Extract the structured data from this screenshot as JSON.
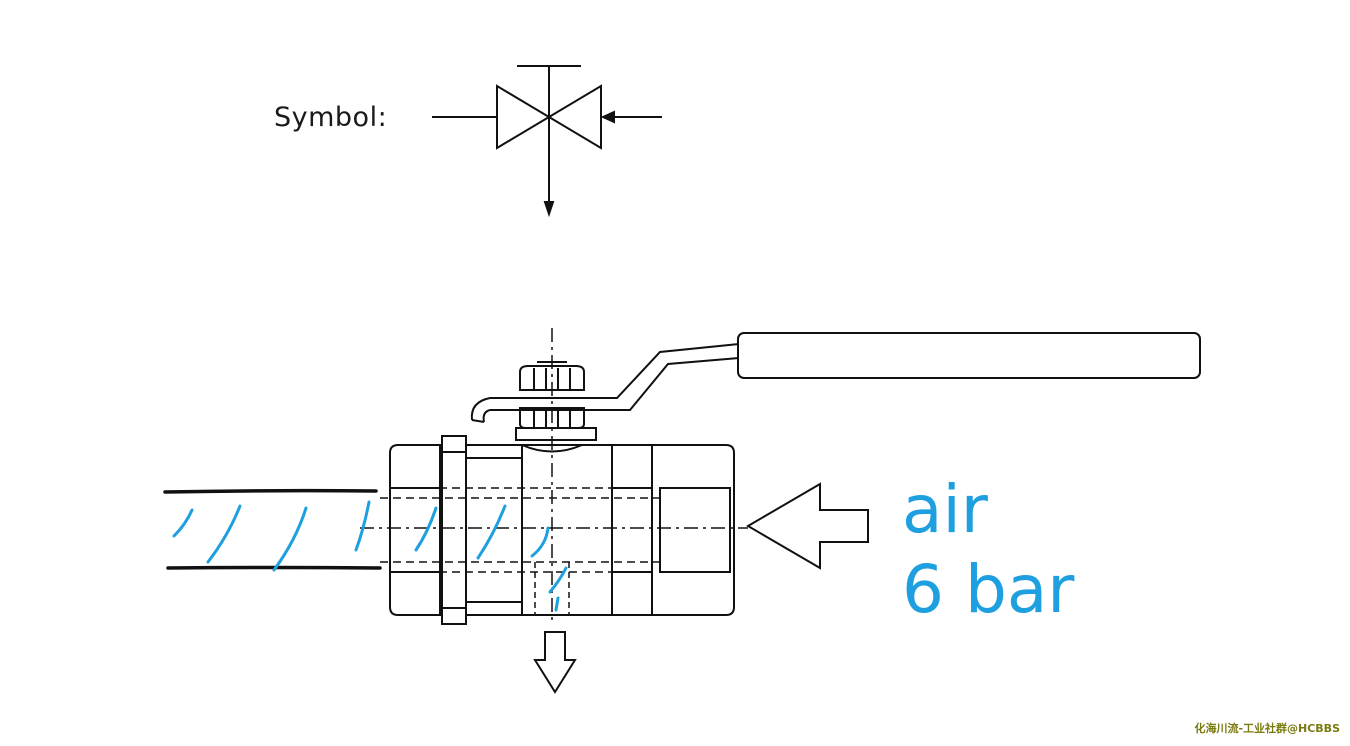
{
  "symbol_label": "Symbol:",
  "air_label": "air",
  "pressure_label": "6 bar",
  "watermark": "化海川流-工业社群@HCBBS",
  "colors": {
    "line": "#111111",
    "annotation": "#1ea0e0",
    "watermark": "#7a7a10"
  }
}
